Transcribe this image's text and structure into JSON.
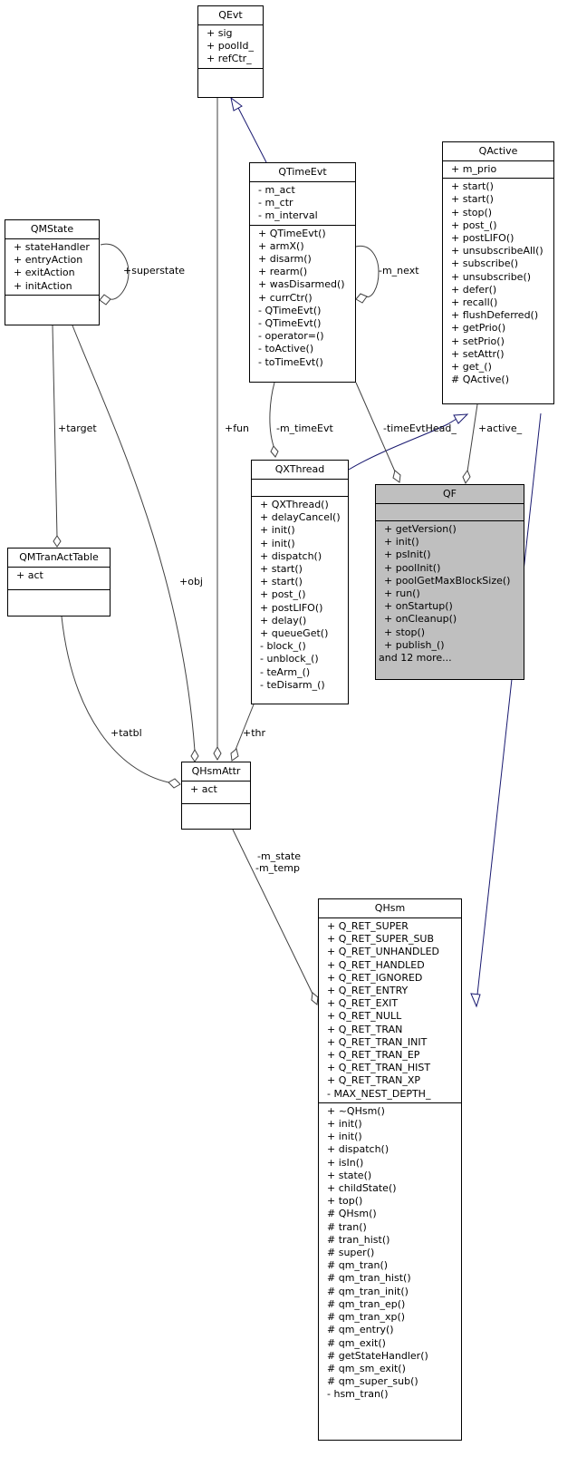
{
  "classes": {
    "qevt": {
      "name": "QEvt",
      "attrs": [
        "+ sig",
        "+ poolId_",
        "+ refCtr_"
      ],
      "ops": []
    },
    "qtimeevt": {
      "name": "QTimeEvt",
      "attrs": [
        "- m_act",
        "- m_ctr",
        "- m_interval"
      ],
      "ops": [
        "+ QTimeEvt()",
        "+ armX()",
        "+ disarm()",
        "+ rearm()",
        "+ wasDisarmed()",
        "+ currCtr()",
        "- QTimeEvt()",
        "- QTimeEvt()",
        "- operator=()",
        "- toActive()",
        "- toTimeEvt()"
      ]
    },
    "qactive": {
      "name": "QActive",
      "attrs": [
        "+ m_prio"
      ],
      "ops": [
        "+ start()",
        "+ start()",
        "+ stop()",
        "+ post_()",
        "+ postLIFO()",
        "+ unsubscribeAll()",
        "+ subscribe()",
        "+ unsubscribe()",
        "+ defer()",
        "+ recall()",
        "+ flushDeferred()",
        "+ getPrio()",
        "+ setPrio()",
        "+ setAttr()",
        "+ get_()",
        "# QActive()"
      ]
    },
    "qmstate": {
      "name": "QMState",
      "attrs": [
        "+ stateHandler",
        "+ entryAction",
        "+ exitAction",
        "+ initAction"
      ],
      "ops": []
    },
    "qxthread": {
      "name": "QXThread",
      "attrs": [],
      "ops": [
        "+ QXThread()",
        "+ delayCancel()",
        "+ init()",
        "+ init()",
        "+ dispatch()",
        "+ start()",
        "+ start()",
        "+ post_()",
        "+ postLIFO()",
        "+ delay()",
        "+ queueGet()",
        "- block_()",
        "- unblock_()",
        "- teArm_()",
        "- teDisarm_()"
      ]
    },
    "qf": {
      "name": "QF",
      "attrs": [],
      "ops": [
        "+ getVersion()",
        "+ init()",
        "+ psInit()",
        "+ poolInit()",
        "+ poolGetMaxBlockSize()",
        "+ run()",
        "+ onStartup()",
        "+ onCleanup()",
        "+ stop()",
        "+ publish_()",
        "and 12 more..."
      ]
    },
    "qmtranacttable": {
      "name": "QMTranActTable",
      "attrs": [
        "+ act"
      ],
      "ops": []
    },
    "qhsmattr": {
      "name": "QHsmAttr",
      "attrs": [
        "+ act"
      ],
      "ops": []
    },
    "qhsm": {
      "name": "QHsm",
      "attrs": [
        "+ Q_RET_SUPER",
        "+ Q_RET_SUPER_SUB",
        "+ Q_RET_UNHANDLED",
        "+ Q_RET_HANDLED",
        "+ Q_RET_IGNORED",
        "+ Q_RET_ENTRY",
        "+ Q_RET_EXIT",
        "+ Q_RET_NULL",
        "+ Q_RET_TRAN",
        "+ Q_RET_TRAN_INIT",
        "+ Q_RET_TRAN_EP",
        "+ Q_RET_TRAN_HIST",
        "+ Q_RET_TRAN_XP",
        "- MAX_NEST_DEPTH_"
      ],
      "ops": [
        "+ ~QHsm()",
        "+ init()",
        "+ init()",
        "+ dispatch()",
        "+ isIn()",
        "+ state()",
        "+ childState()",
        "+ top()",
        "# QHsm()",
        "# tran()",
        "# tran_hist()",
        "# super()",
        "# qm_tran()",
        "# qm_tran_hist()",
        "# qm_tran_init()",
        "# qm_tran_ep()",
        "# qm_tran_xp()",
        "# qm_entry()",
        "# qm_exit()",
        "# getStateHandler()",
        "# qm_sm_exit()",
        "# qm_super_sub()",
        "- hsm_tran()"
      ]
    }
  },
  "edge_labels": {
    "superstate": "+superstate",
    "m_next": "-m_next",
    "target": "+target",
    "fun": "+fun",
    "m_timeEvt": "-m_timeEvt",
    "timeEvtHead": "-timeEvtHead_",
    "active": "+active_",
    "obj": "+obj",
    "tatbl": "+tatbl",
    "thr": "+thr",
    "m_state": "-m_state",
    "m_temp": "-m_temp"
  },
  "colors": {
    "inherit_edge": "#191970",
    "assoc_edge": "#404040",
    "highlight_box": "#bfbfbf"
  }
}
